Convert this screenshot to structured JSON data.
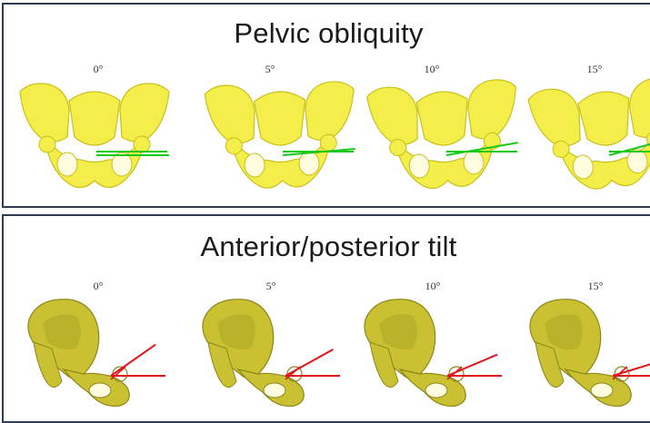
{
  "panels": [
    {
      "title": "Pelvic obliquity",
      "angles": [
        "0°",
        "5°",
        "10°",
        "15°"
      ],
      "bone_color": "#f3ee4a",
      "bone_edge": "#c9c01c",
      "axis_color": "#19c919",
      "tilt_deg": [
        0,
        5,
        10,
        15
      ]
    },
    {
      "title": "Anterior/posterior tilt",
      "angles": [
        "0°",
        "5°",
        "10°",
        "15°"
      ],
      "bone_color": "#c9c132",
      "bone_edge": "#8e8618",
      "axis_color": "#e0151a",
      "tilt_deg": [
        0,
        5,
        10,
        15
      ]
    }
  ]
}
